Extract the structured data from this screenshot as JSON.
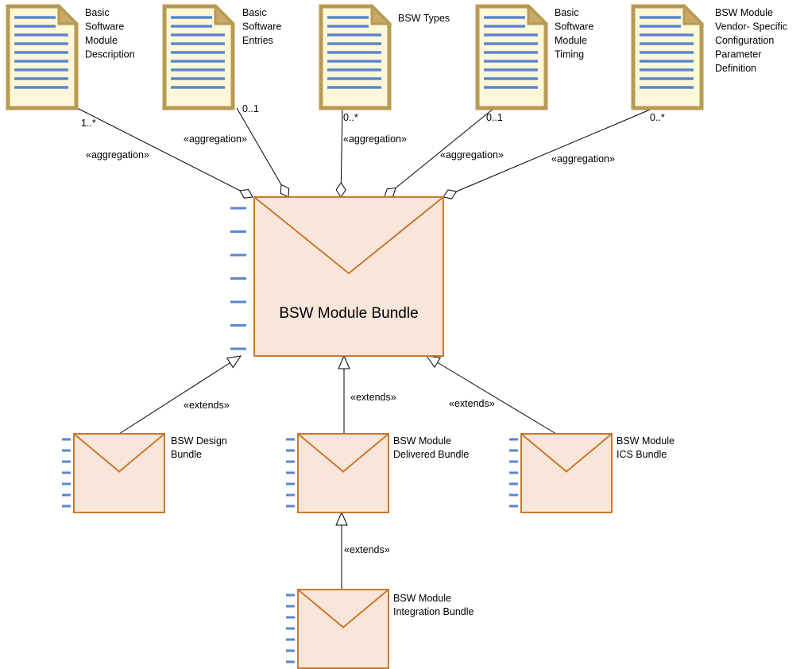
{
  "colors": {
    "doc_fill": "#fff8d8",
    "doc_border": "#b89a54",
    "doc_fold": "#c9ab66",
    "doc_lines": "#5b86d0",
    "bundle_fill": "#f8e6da",
    "bundle_border": "#c8792e",
    "bundle_ticks": "#5b86d0",
    "connector": "#000000"
  },
  "documents": [
    {
      "id": "bsw-description",
      "label_lines": [
        "Basic",
        "Software",
        "Module",
        "Description"
      ],
      "multiplicity": "1..*"
    },
    {
      "id": "bsw-entries",
      "label_lines": [
        "Basic",
        "Software",
        "Entries"
      ],
      "multiplicity": "0..1"
    },
    {
      "id": "bsw-types",
      "label_lines": [
        "BSW Types"
      ],
      "multiplicity": "0..*"
    },
    {
      "id": "bsw-timing",
      "label_lines": [
        "Basic",
        "Software",
        "Module",
        "Timing"
      ],
      "multiplicity": "0..1"
    },
    {
      "id": "bsw-vendor-config",
      "label_lines": [
        "BSW Module",
        "Vendor- Specific",
        "Configuration",
        "Parameter",
        "Definition"
      ],
      "multiplicity": "0..*"
    }
  ],
  "main_bundle": {
    "label": "BSW Module Bundle"
  },
  "aggregation_label": "«aggregation»",
  "extends_label": "«extends»",
  "sub_bundles": [
    {
      "id": "design",
      "label_lines": [
        "BSW Design",
        "Bundle"
      ]
    },
    {
      "id": "delivered",
      "label_lines": [
        "BSW Module",
        "Delivered Bundle"
      ]
    },
    {
      "id": "ics",
      "label_lines": [
        "BSW Module",
        "ICS Bundle"
      ]
    },
    {
      "id": "integration",
      "label_lines": [
        "BSW Module",
        "Integration Bundle"
      ]
    }
  ]
}
